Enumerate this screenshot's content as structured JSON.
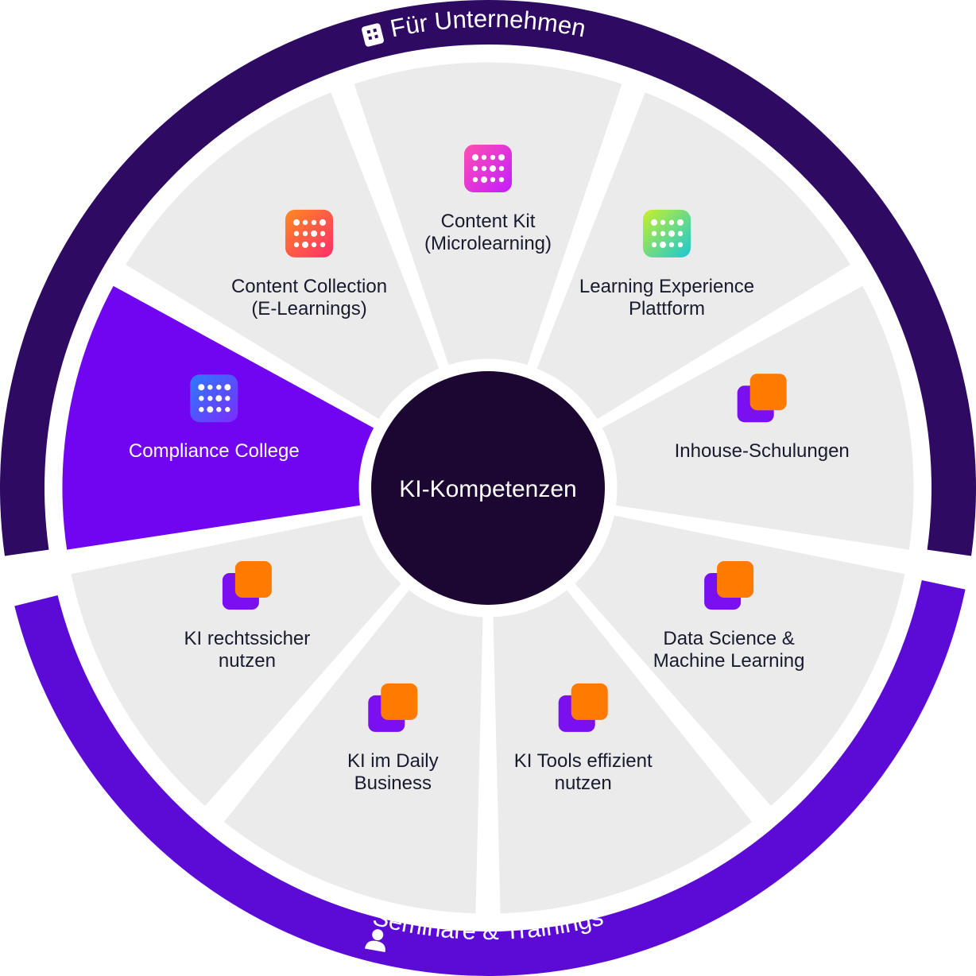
{
  "diagram": {
    "center": {
      "label": "KI-Kompetenzen"
    },
    "outer_ring": {
      "top_label": "Für Unternehmen",
      "bottom_label": "Seminare & Trainings",
      "top_icon": "building-icon",
      "bottom_icon": "person-icon",
      "top_color": "#2e0a63",
      "bottom_color": "#5c0bd6"
    },
    "segments": [
      {
        "id": "compliance-college",
        "lines": [
          "Compliance College"
        ],
        "icon": "blue-dots-app-icon",
        "group": "unternehmen",
        "active": true
      },
      {
        "id": "content-collection",
        "lines": [
          "Content Collection",
          "(E-Learnings)"
        ],
        "icon": "orange-dots-app-icon",
        "group": "unternehmen",
        "active": false
      },
      {
        "id": "content-kit",
        "lines": [
          "Content Kit",
          "(Microlearning)"
        ],
        "icon": "pink-dots-app-icon",
        "group": "unternehmen",
        "active": false
      },
      {
        "id": "learning-experience",
        "lines": [
          "Learning Experience",
          "Plattform"
        ],
        "icon": "green-dots-app-icon",
        "group": "unternehmen",
        "active": false
      },
      {
        "id": "inhouse-schulungen",
        "lines": [
          "Inhouse-Schulungen"
        ],
        "icon": "stacked-squares-icon",
        "group": "unternehmen",
        "active": false
      },
      {
        "id": "data-science",
        "lines": [
          "Data Science &",
          "Machine Learning"
        ],
        "icon": "stacked-squares-icon",
        "group": "seminare",
        "active": false
      },
      {
        "id": "ki-tools",
        "lines": [
          "KI Tools effizient",
          "nutzen"
        ],
        "icon": "stacked-squares-icon",
        "group": "seminare",
        "active": false
      },
      {
        "id": "ki-daily-business",
        "lines": [
          "KI im Daily",
          "Business"
        ],
        "icon": "stacked-squares-icon",
        "group": "seminare",
        "active": false
      },
      {
        "id": "ki-rechtssicher",
        "lines": [
          "KI rechtssicher",
          "nutzen"
        ],
        "icon": "stacked-squares-icon",
        "group": "seminare",
        "active": false
      }
    ],
    "colors": {
      "segment_fill": "#ebebeb",
      "active_fill": "#7105f2",
      "center_fill": "#1c0733",
      "square_purple": "#7a10f0",
      "square_orange": "#ff7a00"
    }
  }
}
